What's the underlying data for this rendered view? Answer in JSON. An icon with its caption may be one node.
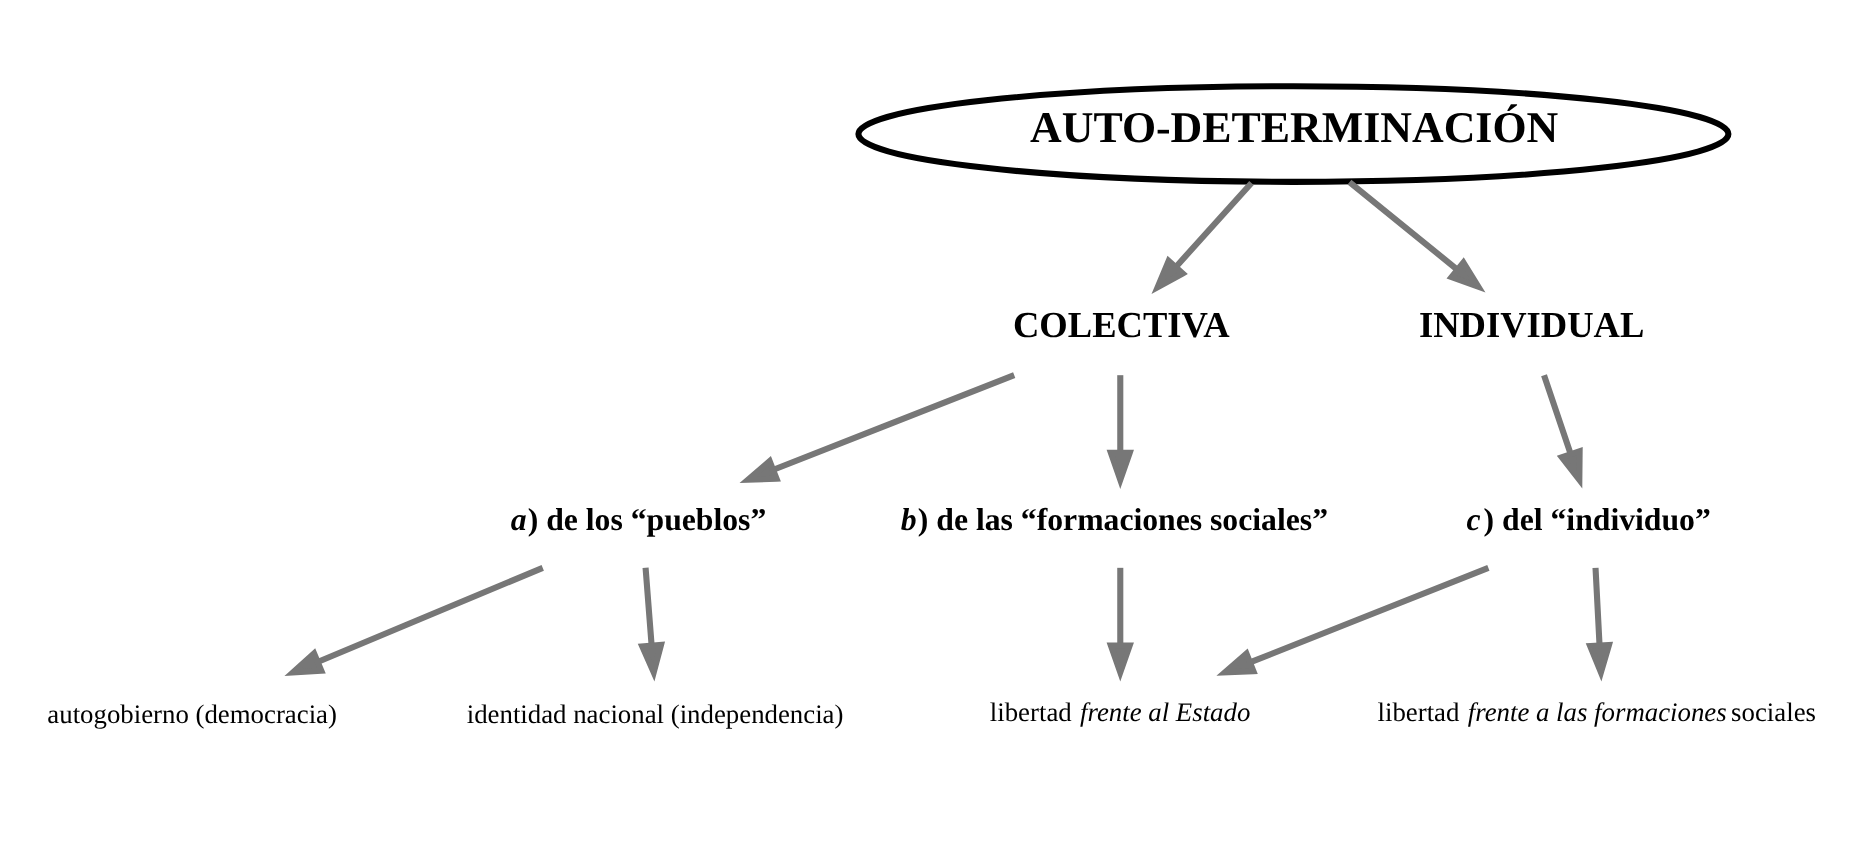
{
  "diagram": {
    "nodes": [
      {
        "text": [
          "AUTO-DETERMINACIÓN"
        ]
      },
      {
        "text": [
          "COLECTIVA"
        ]
      },
      {
        "text": [
          "INDIVIDUAL"
        ]
      },
      {
        "text": [
          "*a*) de los “pueblos”"
        ]
      },
      {
        "text": [
          "*b*) de las “formaciones sociales”"
        ]
      },
      {
        "text": [
          "*c*) del “individuo”"
        ]
      },
      {
        "text": [
          "autogobierno (democracia)"
        ]
      },
      {
        "text": [
          "identidad nacional (independencia)"
        ]
      },
      {
        "text": [
          "libertad *frente al Estado*"
        ]
      },
      {
        "text": [
          "libertad *frente a las formaciones* sociales"
        ]
      }
    ],
    "edges": [
      {
        "from": 0,
        "to": 1,
        "arrow": "to"
      },
      {
        "from": 0,
        "to": 2,
        "arrow": "to"
      },
      {
        "from": 1,
        "to": 3,
        "arrow": "to"
      },
      {
        "from": 1,
        "to": 4,
        "arrow": "to"
      },
      {
        "from": 2,
        "to": 5,
        "arrow": "to"
      },
      {
        "from": 3,
        "to": 6,
        "arrow": "to"
      },
      {
        "from": 3,
        "to": 7,
        "arrow": "to"
      },
      {
        "from": 4,
        "to": 8,
        "arrow": "to"
      },
      {
        "from": 5,
        "to": 8,
        "arrow": "to"
      },
      {
        "from": 5,
        "to": 9,
        "arrow": "to"
      }
    ]
  }
}
